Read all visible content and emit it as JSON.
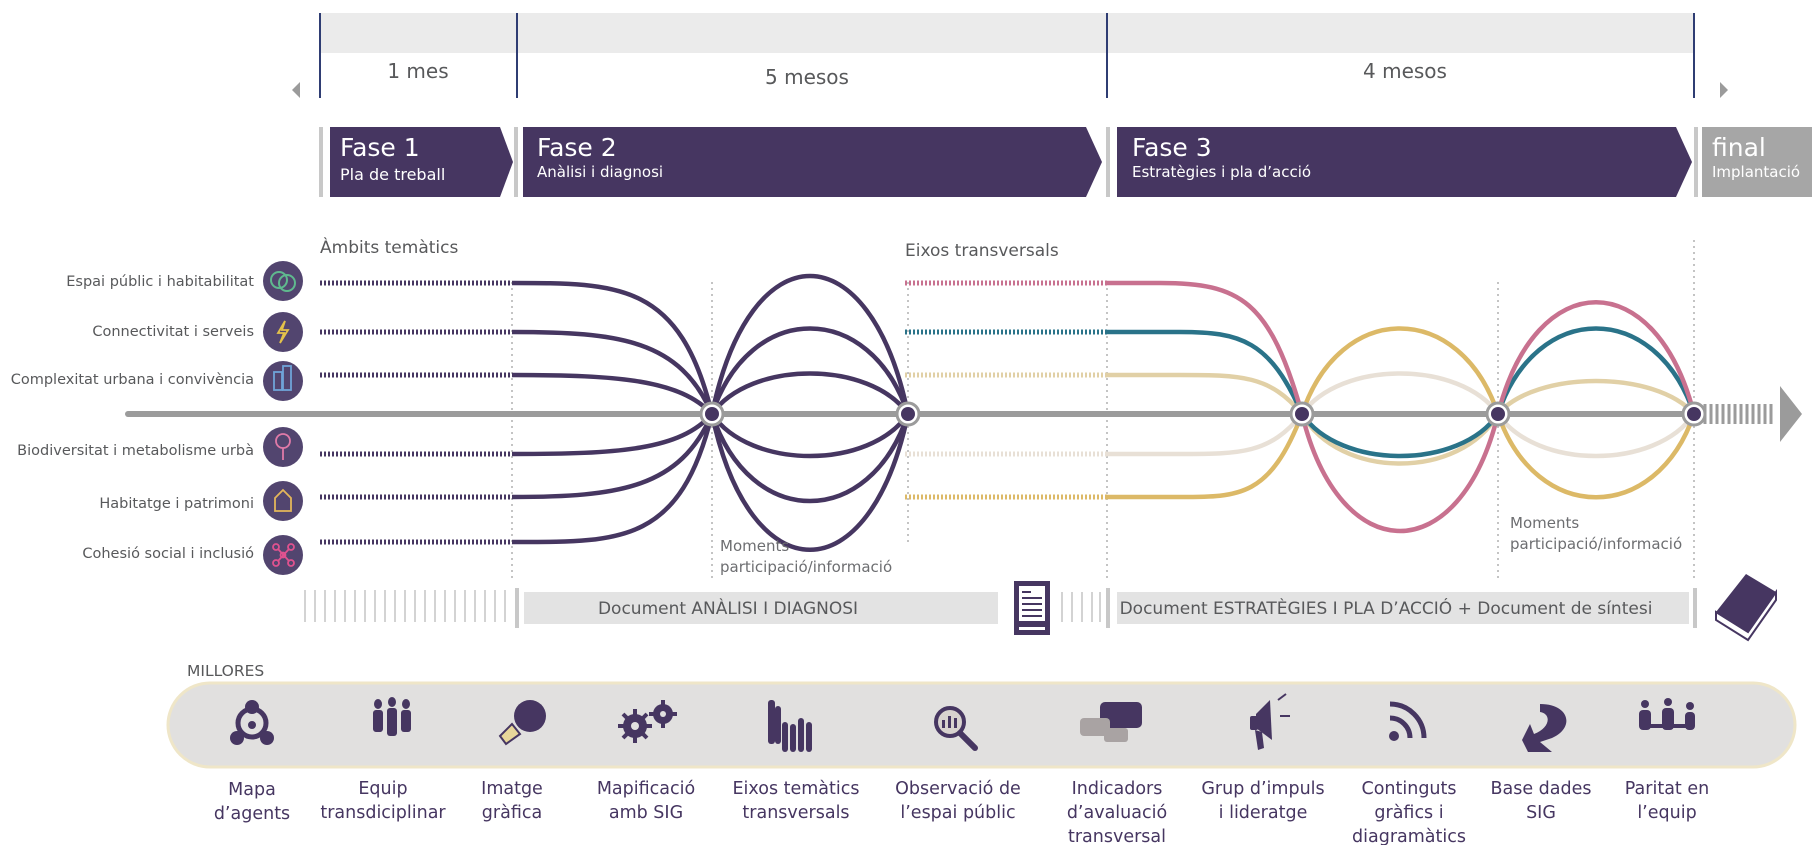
{
  "durations": [
    "1 mes",
    "5 mesos",
    "4 mesos"
  ],
  "phases": [
    {
      "title": "Fase 1",
      "subtitle": "Pla de treball"
    },
    {
      "title": "Fase 2",
      "subtitle": "Anàlisi i diagnosi"
    },
    {
      "title": "Fase 3",
      "subtitle": "Estratègies i pla d’acció"
    },
    {
      "title": "final",
      "subtitle": "Implantació"
    }
  ],
  "sections": {
    "ambits": "Àmbits temàtics",
    "eixos": "Eixos  transversals"
  },
  "themes": [
    {
      "label": "Espai públic i habitabilitat",
      "icon": "rings-icon"
    },
    {
      "label": "Connectivitat i serveis",
      "icon": "lightning-icon"
    },
    {
      "label": "Complexitat urbana i convivència",
      "icon": "buildings-icon"
    },
    {
      "label": "Biodiversitat i metabolisme urbà",
      "icon": "tree-icon"
    },
    {
      "label": "Habitatge i patrimoni",
      "icon": "house-icon"
    },
    {
      "label": "Cohesió social i inclusió",
      "icon": "network-icon"
    }
  ],
  "moments": [
    {
      "line1": "Moments",
      "line2": "participació/informació"
    },
    {
      "line1": "Moments",
      "line2": "participació/informació"
    }
  ],
  "documents": {
    "doc1": "Document ANÀLISI I DIAGNOSI",
    "doc2": "Document ESTRATÈGIES I PLA D’ACCIÓ + Document de síntesi"
  },
  "millores_title": "MILLORES",
  "millores": [
    {
      "lines": [
        "Mapa",
        "d’agents"
      ],
      "icon": "agents-map-icon"
    },
    {
      "lines": [
        "Equip",
        "transdiciplinar"
      ],
      "icon": "team-icon"
    },
    {
      "lines": [
        "Imatge",
        "gràfica"
      ],
      "icon": "graphic-image-icon"
    },
    {
      "lines": [
        "Mapificació",
        "amb SIG"
      ],
      "icon": "gears-icon"
    },
    {
      "lines": [
        "Eixos temàtics",
        "transversals"
      ],
      "icon": "hands-icon"
    },
    {
      "lines": [
        "Observació de",
        "l’espai públic"
      ],
      "icon": "magnifier-icon"
    },
    {
      "lines": [
        "Indicadors",
        "d’avaluació",
        "transversal"
      ],
      "icon": "speech-bubbles-icon"
    },
    {
      "lines": [
        "Grup d’impuls",
        "i lideratge"
      ],
      "icon": "megaphone-icon"
    },
    {
      "lines": [
        "Continguts",
        "gràfics i",
        "diagramàtics"
      ],
      "icon": "feed-icon"
    },
    {
      "lines": [
        "Base dades",
        "SIG"
      ],
      "icon": "arrow-icon"
    },
    {
      "lines": [
        "Paritat en",
        "l’equip"
      ],
      "icon": "parity-icon"
    }
  ],
  "colors": {
    "purple": "#463661",
    "gray_phase": "#a6a6a6",
    "pink": "#c8718f",
    "teal": "#2a7389",
    "gold": "#dcb967",
    "beige": "#e1d0a6",
    "light": "#e8e0d6",
    "axis": "#9b9b9b",
    "icon_circle": "#52456f"
  }
}
